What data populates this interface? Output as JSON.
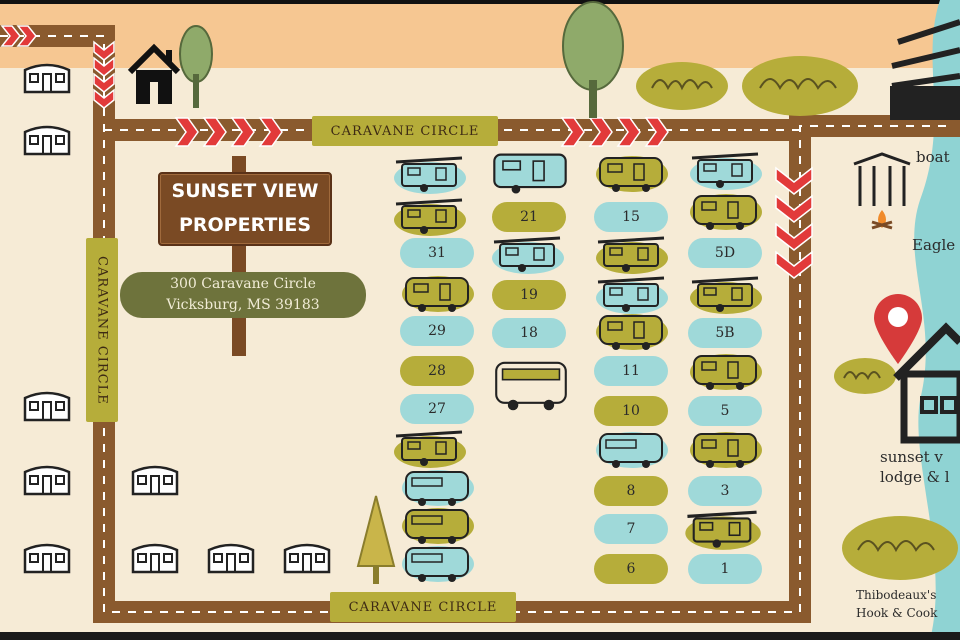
{
  "roads": {
    "top_label": "CARAVANE CIRCLE",
    "bottom_label": "CARAVANE CIRCLE",
    "left_label": "CARAVANE CIRCLE"
  },
  "sign": {
    "line1": "SUNSET VIEW",
    "line2": "PROPERTIES"
  },
  "address": {
    "line1": "300 Caravane Circle",
    "line2": "Vicksburg, MS 39183"
  },
  "lots": {
    "col1": [
      "31",
      "29",
      "28",
      "27"
    ],
    "col2": [
      "21",
      "19",
      "18"
    ],
    "col3": [
      "15",
      "11",
      "10",
      "8",
      "7",
      "6"
    ],
    "col4": [
      "5D",
      "5B",
      "5",
      "3",
      "1"
    ]
  },
  "places": {
    "boat": "boat",
    "eagle": "Eagle",
    "lodge_line1": "sunset v",
    "lodge_line2": "lodge & l",
    "restaurant_line1": "Thibodeaux's",
    "restaurant_line2": "Hook & Cook"
  },
  "colors": {
    "road": "#8a5a2e",
    "teal": "#9fd9d9",
    "olive": "#b6ad3a",
    "river": "#8fd3d3",
    "pin": "#d63a3a"
  }
}
